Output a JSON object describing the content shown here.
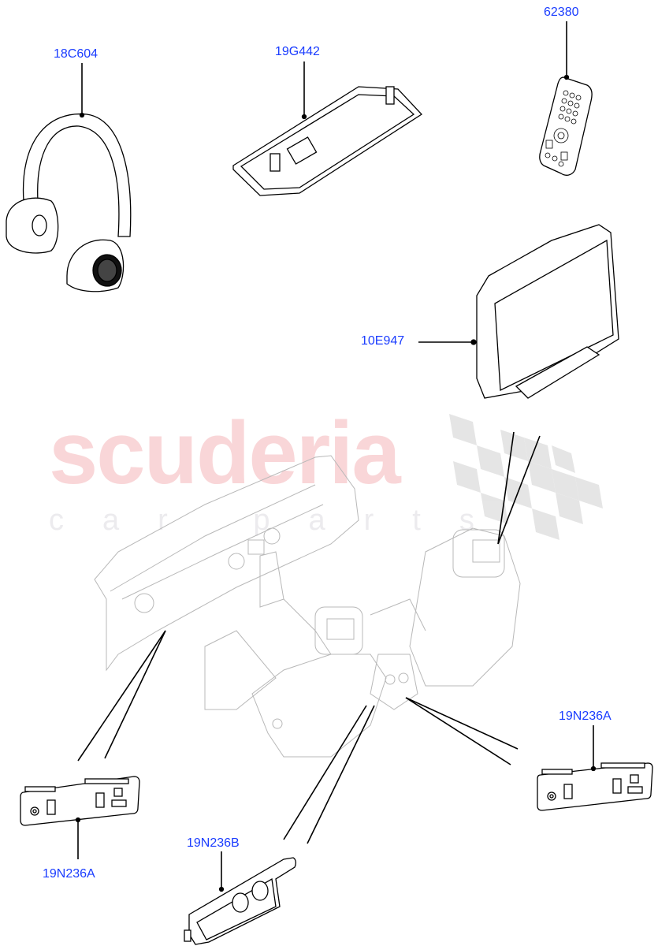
{
  "watermark": {
    "main": "scuderia",
    "sub": "car parts"
  },
  "colors": {
    "label": "#1a3cff",
    "line": "#000000",
    "ghost": "#b8b8b8",
    "watermark": "#f9d6d8"
  },
  "callouts": [
    {
      "id": "18C604",
      "part": "headphones"
    },
    {
      "id": "19G442",
      "part": "overhead-module"
    },
    {
      "id": "62380",
      "part": "remote-control"
    },
    {
      "id": "10E947",
      "part": "rear-screen-display"
    },
    {
      "id": "19N236A",
      "part": "rear-connectivity-panel-left"
    },
    {
      "id": "19N236B",
      "part": "console-connectivity-panel"
    },
    {
      "id": "19N236A",
      "part": "rear-connectivity-panel-right"
    }
  ]
}
